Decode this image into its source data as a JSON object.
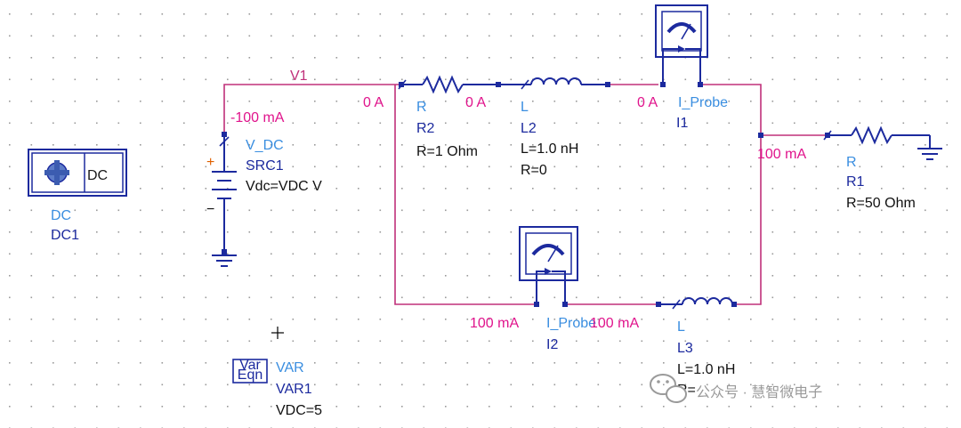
{
  "colors": {
    "wire": "#c0307a",
    "current_label": "#e0148c",
    "component": "#1c2a9e",
    "label_type": "#3a8ee0",
    "label_value": "#111111",
    "grid_dot": "#9a9a9a",
    "watermark": "#9a9a9a"
  },
  "dc_sim": {
    "icon_text": "DC",
    "type": "DC",
    "name": "DC1"
  },
  "var_block": {
    "icon_line1": "Var",
    "icon_line2": "Eqn",
    "type": "VAR",
    "name": "VAR1",
    "value": "VDC=5"
  },
  "net_label": "V1",
  "source": {
    "type": "V_DC",
    "name": "SRC1",
    "value": "Vdc=VDC V",
    "current": "-100 mA",
    "plus": "+",
    "minus": "−"
  },
  "r2": {
    "type": "R",
    "name": "R2",
    "value": "R=1 Ohm",
    "current_left": "0 A",
    "current_right": "0 A"
  },
  "l2": {
    "type": "L",
    "name": "L2",
    "value1": "L=1.0 nH",
    "value2": "R=0",
    "current": "0 A"
  },
  "probe1": {
    "type": "I_Probe",
    "name": "I1"
  },
  "probe2": {
    "type": "I_Probe",
    "name": "I2",
    "current_left": "100 mA",
    "current_right": "100 mA"
  },
  "l3": {
    "type": "L",
    "name": "L3",
    "value1": "L=1.0 nH",
    "value2": "R="
  },
  "r1": {
    "type": "R",
    "name": "R1",
    "value": "R=50 Ohm",
    "current": "100 mA"
  },
  "watermark": {
    "text": "公众号 · 慧智微电子"
  }
}
